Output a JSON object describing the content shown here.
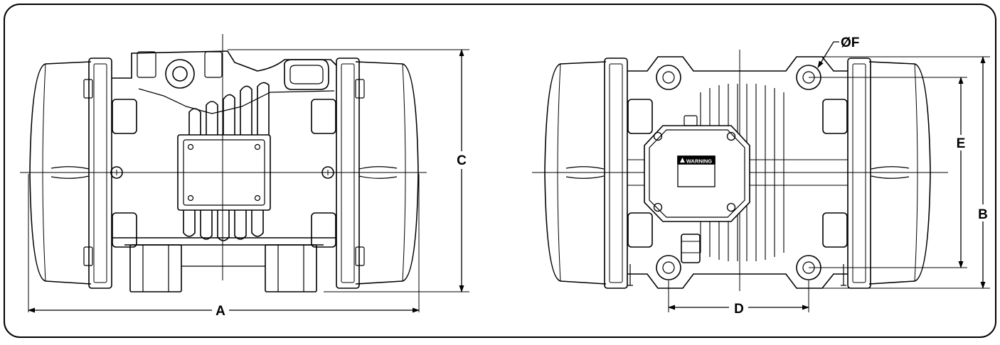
{
  "dimension_labels": {
    "a": "A",
    "b": "B",
    "c": "C",
    "d": "D",
    "e": "E",
    "f": "ØF"
  },
  "warning_plate": {
    "text": "WARNING"
  },
  "colors": {
    "line": "#000000",
    "background": "#ffffff",
    "frame": "#000000"
  }
}
